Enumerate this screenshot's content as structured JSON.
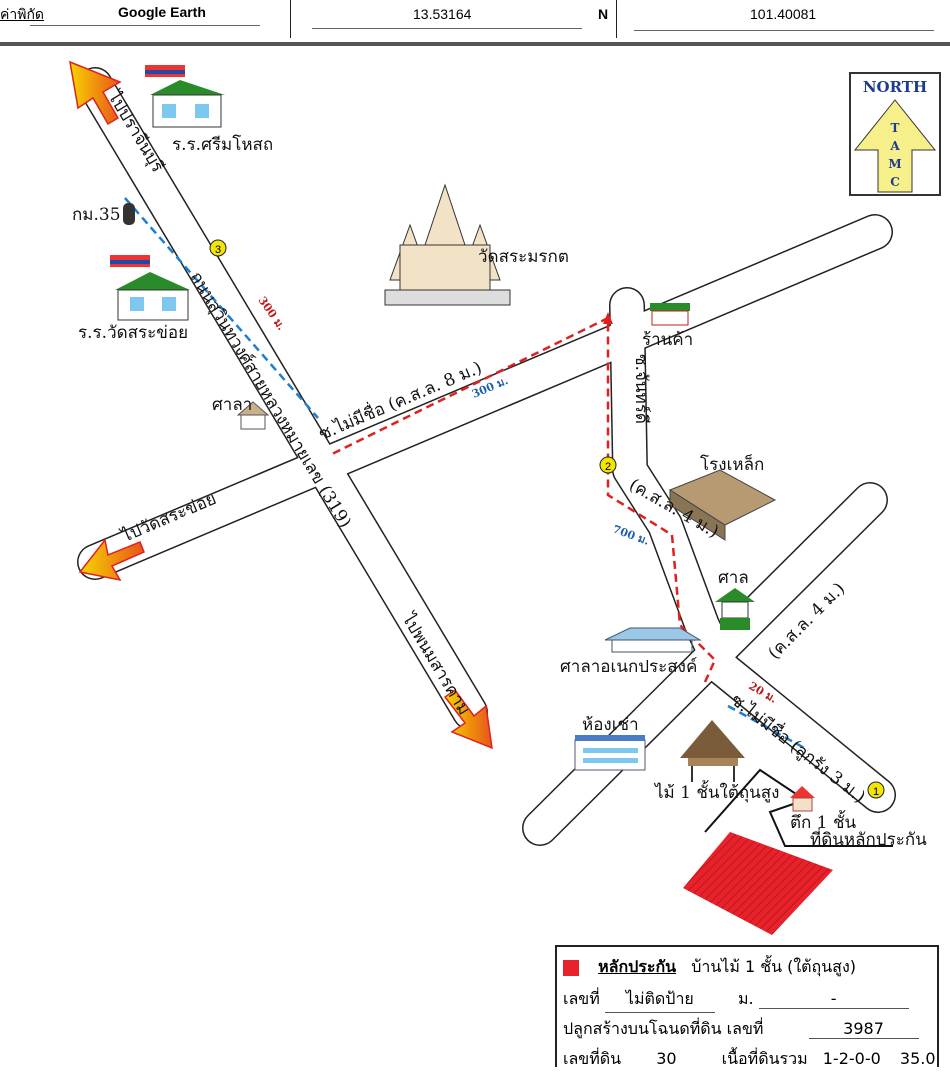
{
  "header": {
    "coord_label": "ค่าพิกัด",
    "source": "Google Earth",
    "latitude": "13.53164",
    "lat_dir": "N",
    "longitude": "101.40081"
  },
  "map": {
    "north_box": {
      "title": "NORTH",
      "letters": [
        "T",
        "A",
        "M",
        "C"
      ]
    },
    "places": {
      "school1": "ร.ร.ศรีมโหสถ",
      "school2": "ร.ร.วัดสระข่อย",
      "km_marker": "กม.35",
      "temple": "วัดสระมรกต",
      "shop": "ร้านค้า",
      "sala": "ศาลา",
      "steel_factory": "โรงเหล็ก",
      "shrine": "ศาล",
      "multipurpose_sala": "ศาลาอเนกประสงค์",
      "rental_room": "ห้องเช่า",
      "wood_house": "ไม้ 1 ชั้นใต้ถุนสูง",
      "brick_house": "ตึก 1 ชั้น",
      "collateral_land": "ที่ดินหลักประกัน"
    },
    "roads": {
      "main_road": "ถนนสุวินทวงศ์สายหลวงหมายเลข (319)",
      "to_prachinburi": "ไปปราจีนบุรี",
      "to_phanom_sarakham": "ไปพนมสารคาม",
      "to_wat_sa_khoi": "ไปวัดสระข่อย",
      "soi_8m": "ซ.ไม่มีชื่อ (ค.ส.ล. 8 ม.)",
      "soi_jundee": "ซ.จันทร์ดี",
      "kasl_4m_a": "(ค.ส.ล. 4 ม.)",
      "kasl_4m_b": "(ค.ส.ล. 4 ม.)",
      "soi_laterite": "ซ.ไม่มีชื่อ (ลูกรัง 3 ม.)"
    },
    "distances": {
      "d1": "300 ม.",
      "d2": "300 ม.",
      "d3": "700 ม.",
      "d4": "20 ม."
    },
    "markers": [
      "1",
      "2",
      "3"
    ],
    "colors": {
      "route_red": "#e02020",
      "route_blue": "#1e7fd0",
      "parcel": "#e8222a",
      "marker_yellow": "#f2e600"
    }
  },
  "legend": {
    "title": "หลักประกัน",
    "title_value": "บ้านไม้ 1 ชั้น (ใต้ถุนสูง)",
    "number_label": "เลขที่",
    "number_value": "ไม่ติดป้าย",
    "moo_label": "ม.",
    "moo_value": "-",
    "deed_label": "ปลูกสร้างบนโฉนดที่ดิน เลขที่",
    "deed_value": "3987",
    "land_no_label": "เลขที่ดิน",
    "land_no_value": "30",
    "area_label": "เนื้อที่ดินรวม",
    "area_value": "1-2-0-0",
    "area_extra": "35.0"
  }
}
